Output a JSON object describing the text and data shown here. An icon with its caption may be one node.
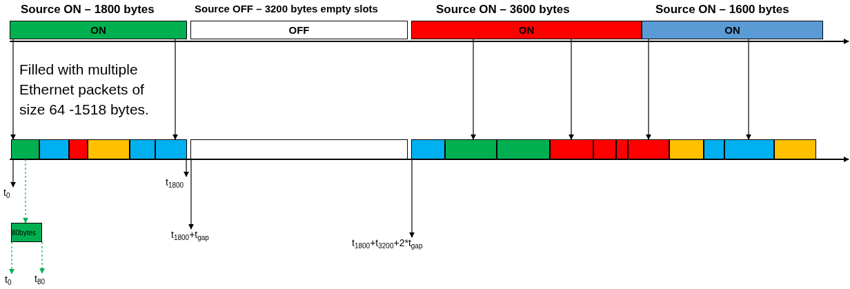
{
  "diagram": {
    "nodes": [
      {
        "text": [
          "Source ON – 1800 bytes",
          "ON"
        ]
      },
      {
        "text": [
          "Source OFF – 3200 bytes empty slots",
          "OFF"
        ]
      },
      {
        "text": [
          "Source ON – 3600 bytes",
          "ON"
        ]
      },
      {
        "text": [
          "Source ON – 1600 bytes",
          "ON"
        ]
      },
      {
        "text": [],
        "shape": "box"
      },
      {
        "text": [],
        "shape": "box"
      },
      {
        "text": [],
        "shape": "box"
      },
      {
        "text": [],
        "shape": "box"
      },
      {
        "text": [],
        "shape": "box"
      },
      {
        "text": [],
        "shape": "box"
      },
      {
        "text": [],
        "shape": "box"
      },
      {
        "text": [],
        "shape": "box"
      },
      {
        "text": [],
        "shape": "box"
      },
      {
        "text": [],
        "shape": "box"
      },
      {
        "text": [],
        "shape": "box"
      },
      {
        "text": [],
        "shape": "box"
      },
      {
        "text": [],
        "shape": "box"
      },
      {
        "text": [],
        "shape": "box"
      },
      {
        "text": [],
        "shape": "box"
      },
      {
        "text": [],
        "shape": "box"
      },
      {
        "text": [],
        "shape": "box"
      },
      {
        "text": [],
        "shape": "box"
      },
      {
        "text": [
          "80bytes"
        ]
      },
      {
        "text": [
          "t$_{0}$"
        ]
      },
      {
        "text": [
          "t$_{1800}$"
        ]
      },
      {
        "text": [
          "t$_{1800}$+t$_{gap}$"
        ]
      },
      {
        "text": [
          "t$_{1800}$+t$_{3200}$+2*t$_{gap}$"
        ]
      },
      {
        "text": [
          "t$_{0}$"
        ]
      },
      {
        "text": [
          "t$_{80}$"
        ]
      }
    ],
    "edges": [
      {
        "from": 0,
        "to": 4,
        "arrow": "to"
      },
      {
        "from": 0,
        "to": 9,
        "arrow": "to"
      },
      {
        "from": 2,
        "to": 12,
        "arrow": "to"
      },
      {
        "from": 2,
        "to": 14,
        "arrow": "to"
      },
      {
        "from": 3,
        "to": 17,
        "arrow": "to"
      },
      {
        "from": 3,
        "to": 20,
        "arrow": "to"
      },
      {
        "from": 4,
        "to": 23,
        "arrow": "to"
      },
      {
        "from": 9,
        "to": 24,
        "arrow": "to"
      },
      {
        "from": 10,
        "to": 25,
        "arrow": "to"
      },
      {
        "from": 11,
        "to": 26,
        "arrow": "to"
      },
      {
        "from": 4,
        "to": 22,
        "arrow": "to",
        "style": "dashed",
        "color": "#00b050"
      },
      {
        "from": 22,
        "to": 27,
        "arrow": "to",
        "style": "dashed",
        "color": "#00b050"
      },
      {
        "from": 22,
        "to": 28,
        "arrow": "to",
        "style": "dashed",
        "color": "#00b050"
      }
    ],
    "labels": [
      "Filled with multiple Ethernet packets of size 64 -1518 bytes."
    ]
  }
}
